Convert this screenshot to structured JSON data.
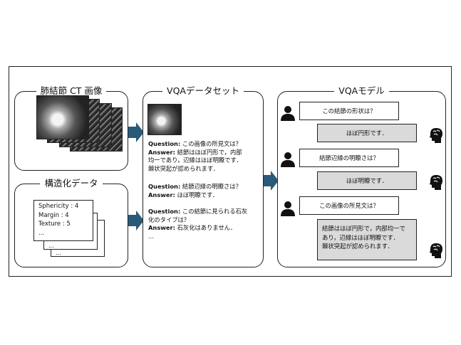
{
  "panels": {
    "ct_title": "肺結節 CT 画像",
    "structured_title": "構造化データ",
    "dataset_title": "VQAデータセット",
    "model_title": "VQAモデル"
  },
  "structured": {
    "lines": [
      "Sphericity : 4",
      "Margin : 4",
      "Texture : 5",
      "..."
    ],
    "back_dots": "...",
    "back_dots2": "..."
  },
  "dataset": {
    "q_label": "Question:",
    "a_label": "Answer:",
    "items": [
      {
        "q": "この画像の所見文は？",
        "a1": "結節はほぼ円形で，内部",
        "a2": "均一であり，辺縁はほぼ明瞭です．",
        "a3": "棘状突起が認められます．"
      },
      {
        "q": "結節辺縁の明瞭さは？",
        "a1": "ほぼ明瞭です．"
      },
      {
        "q1": "この結節に見られる石灰",
        "q2": "化のタイプは？",
        "a1": "石灰化はありません．"
      }
    ],
    "ellipsis": "..."
  },
  "chat": [
    {
      "q": "この結節の形状は？",
      "a": "ほぼ円形です．"
    },
    {
      "q": "結節辺縁の明瞭さは？",
      "a": "ほぼ明瞭です．"
    },
    {
      "q": "この画像の所見文は？",
      "a1": "結節はほぼ円形で，内部均一で",
      "a2": "あり，辺縁はほぼ明瞭です．",
      "a3": "棘状突起が認められます．"
    }
  ],
  "icons": {
    "arrow": "right-arrow-icon",
    "person": "person-icon",
    "ai": "ai-head-icon"
  },
  "colors": {
    "arrow": "#2a5a7a",
    "answer_bubble": "#dadada",
    "border": "#222222"
  }
}
